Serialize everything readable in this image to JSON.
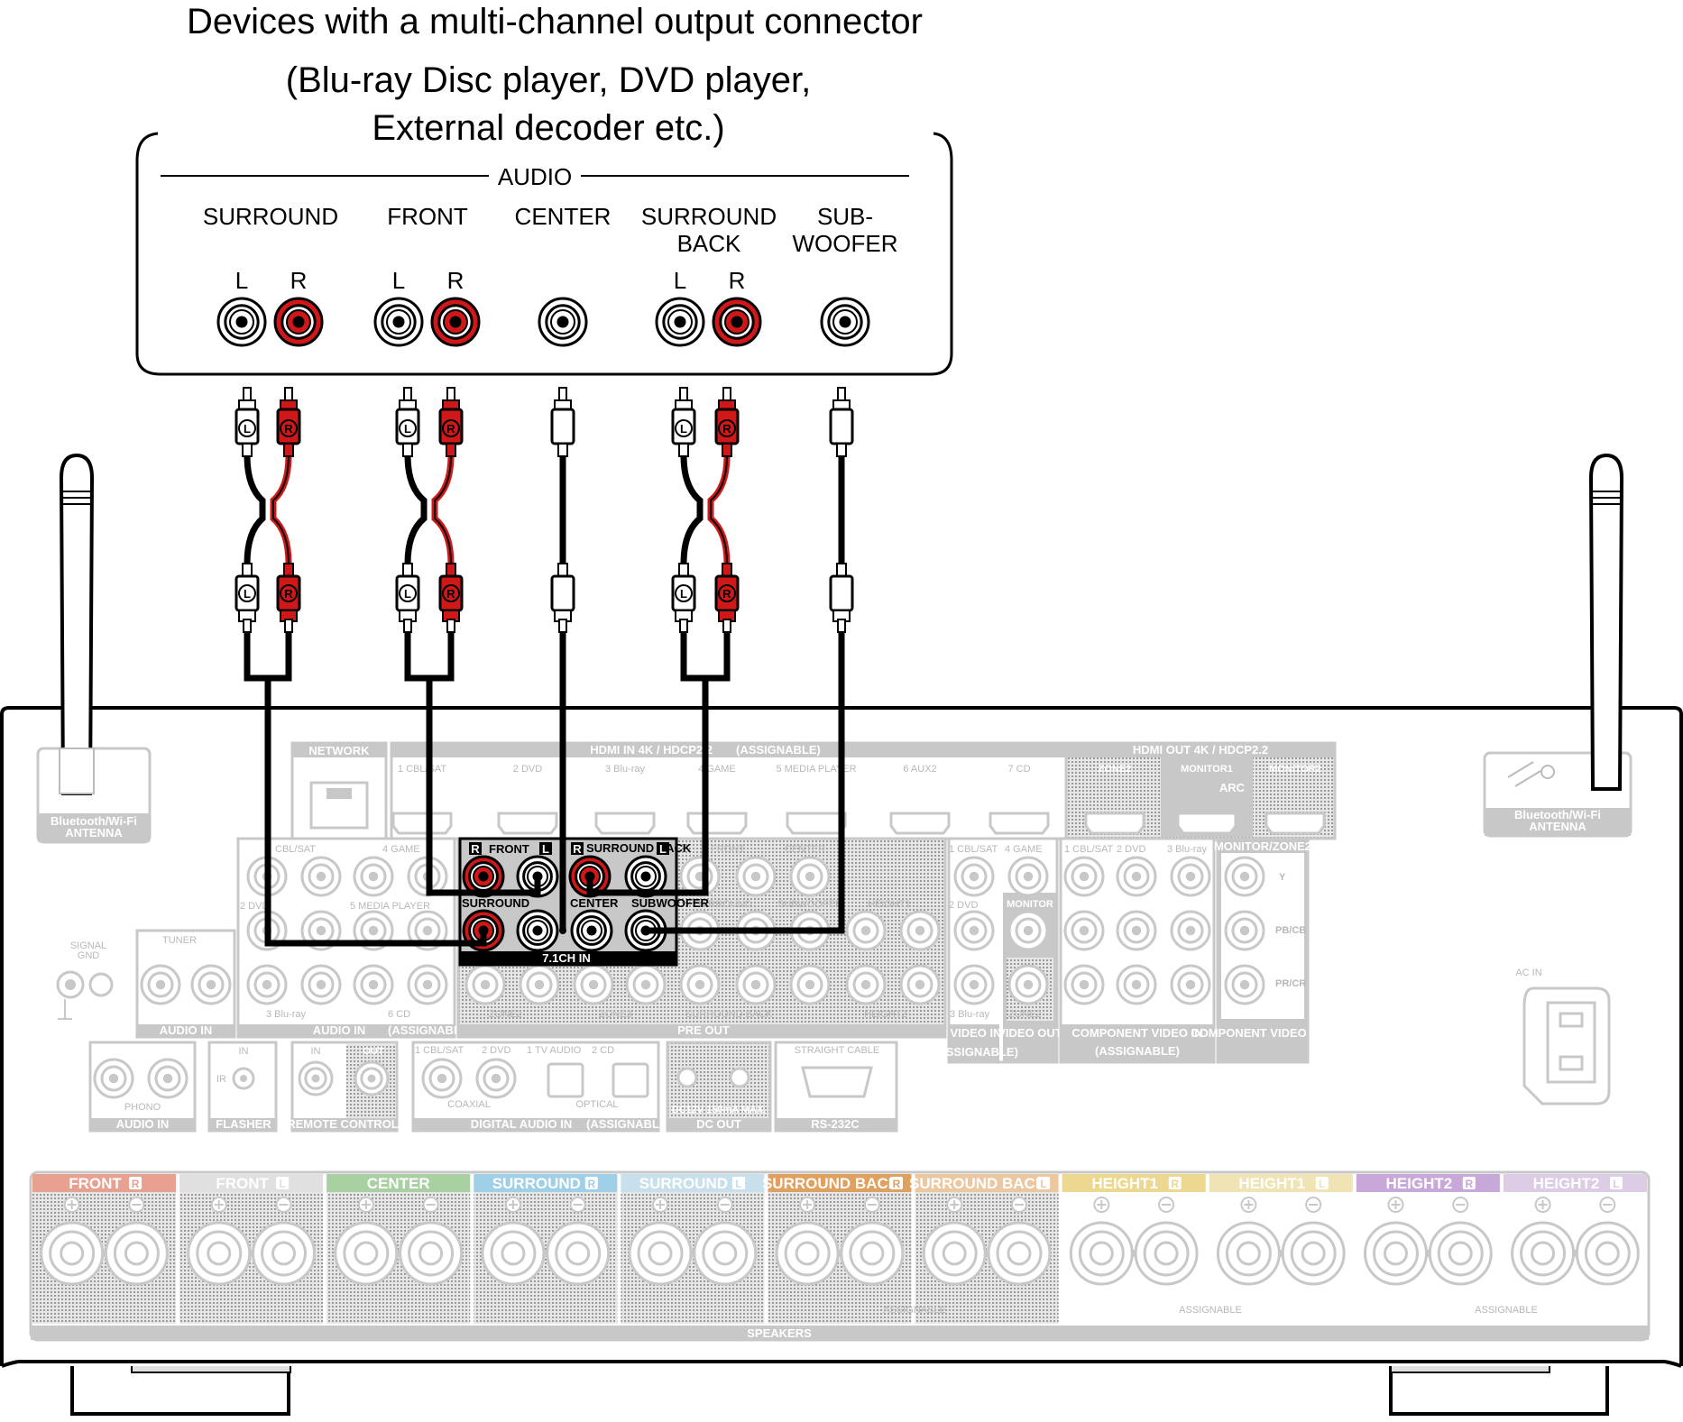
{
  "title": {
    "line1": "Devices with a multi-channel output connector",
    "line2": "(Blu-ray Disc player, DVD player,",
    "line3": "External decoder etc.)"
  },
  "source_device": {
    "group_label": "AUDIO",
    "channels": [
      {
        "label": "SURROUND",
        "label2": "",
        "left": "L",
        "right": "R"
      },
      {
        "label": "FRONT",
        "label2": "",
        "left": "L",
        "right": "R"
      },
      {
        "label": "CENTER",
        "label2": "",
        "left": "",
        "right": ""
      },
      {
        "label": "SURROUND",
        "label2": "BACK",
        "left": "L",
        "right": "R"
      },
      {
        "label": "SUB-",
        "label2": "WOOFER",
        "left": "",
        "right": ""
      }
    ]
  },
  "plug_labels": {
    "left": "L",
    "right": "R"
  },
  "receiver": {
    "antenna_left": {
      "line1": "Bluetooth/Wi-Fi",
      "line2": "ANTENNA"
    },
    "antenna_right": {
      "line1": "Bluetooth/Wi-Fi",
      "line2": "ANTENNA"
    },
    "network": "NETWORK",
    "hdmi_in": {
      "title": "HDMI IN  4K / HDCP2.2",
      "note": "(ASSIGNABLE)",
      "ports": [
        "1 CBL/SAT",
        "2 DVD",
        "3 Blu-ray",
        "4 GAME",
        "5 MEDIA PLAYER",
        "6 AUX2",
        "7 CD"
      ]
    },
    "hdmi_out": {
      "title": "HDMI OUT  4K / HDCP2.2",
      "ports": [
        "ZONE2",
        "MONITOR1",
        "MONITOR2"
      ],
      "arc": "ARC"
    },
    "ch71_in": {
      "title": "7.1CH IN",
      "front": "FRONT",
      "surround_back": "SURROUND BACK",
      "surround": "SURROUND",
      "center": "CENTER",
      "subwoofer": "SUBWOOFER"
    },
    "audio_in": {
      "labels": [
        "CBL/SAT",
        "4 GAME",
        "2 DVD",
        "5 MEDIA PLAYER",
        "3 Blu-ray",
        "6 CD"
      ],
      "title": "AUDIO IN",
      "note": "(ASSIGNABLE)"
    },
    "tuner": {
      "label": "TUNER",
      "title": "AUDIO IN"
    },
    "signal_gnd": {
      "line1": "SIGNAL",
      "line2": "GND"
    },
    "pre_out": {
      "title": "PRE OUT",
      "labels": [
        "FRONT",
        "CENTER",
        "SURROUND",
        "SUBWOOFER",
        "HEIGHT1",
        "HEIGHT2",
        "ZONE2",
        "ZONE3",
        "SURROUND BACK"
      ]
    },
    "video_in": {
      "labels": [
        "1 CBL/SAT",
        "4 GAME",
        "2 DVD",
        "3 Blu-ray",
        "MONITOR",
        "ZONE2"
      ],
      "video_in_title": "VIDEO IN",
      "video_in_note": "(ASSIGNABLE)",
      "video_out_title": "VIDEO OUT"
    },
    "component_in": {
      "labels": [
        "1 CBL/SAT",
        "2 DVD",
        "3 Blu-ray"
      ],
      "title": "COMPONENT VIDEO IN",
      "note": "(ASSIGNABLE)"
    },
    "component_out": {
      "label": "MONITOR/ZONE2",
      "y": "Y",
      "pb": "PB/CB",
      "pr": "PR/CR",
      "title": "COMPONENT VIDEO OUT"
    },
    "phono": {
      "label": "PHONO",
      "title": "AUDIO IN"
    },
    "flasher": {
      "in": "IN",
      "ir": "IR",
      "title": "FLASHER"
    },
    "remote": {
      "in": "IN",
      "out": "OUT",
      "title": "REMOTE CONTROL"
    },
    "digital_in": {
      "labels": [
        "1 CBL/SAT",
        "2 DVD",
        "1 TV AUDIO",
        "2 CD"
      ],
      "coaxial": "COAXIAL",
      "optical": "OPTICAL",
      "title": "DIGITAL AUDIO IN",
      "note": "(ASSIGNABLE)"
    },
    "dc_out": {
      "note": "DC12V 150mA MAX.",
      "title": "DC OUT"
    },
    "rs232c": {
      "label": "STRAIGHT CABLE",
      "title": "RS-232C"
    },
    "ac_in": "AC IN",
    "speakers": {
      "title": "SPEAKERS",
      "assignable": "ASSIGNABLE",
      "groups": [
        {
          "name": "FRONT",
          "side": "R",
          "color": "#e8a090"
        },
        {
          "name": "FRONT",
          "side": "L",
          "color": "#e0e0e0"
        },
        {
          "name": "CENTER",
          "side": "",
          "color": "#a8d0a0"
        },
        {
          "name": "SURROUND",
          "side": "R",
          "color": "#a0d0e8"
        },
        {
          "name": "SURROUND",
          "side": "L",
          "color": "#c8e0ec"
        },
        {
          "name": "SURROUND BACK",
          "side": "R",
          "color": "#e0a060"
        },
        {
          "name": "SURROUND BACK",
          "side": "L",
          "color": "#ecc8a0"
        },
        {
          "name": "HEIGHT1",
          "side": "R",
          "color": "#ecd890"
        },
        {
          "name": "HEIGHT1",
          "side": "L",
          "color": "#f0e4b4"
        },
        {
          "name": "HEIGHT2",
          "side": "R",
          "color": "#c8a8d8"
        },
        {
          "name": "HEIGHT2",
          "side": "L",
          "color": "#dccce6"
        }
      ]
    }
  },
  "colors": {
    "right_channel": "#d01818",
    "cable": "#000000",
    "panel": "#c8c8c8"
  }
}
